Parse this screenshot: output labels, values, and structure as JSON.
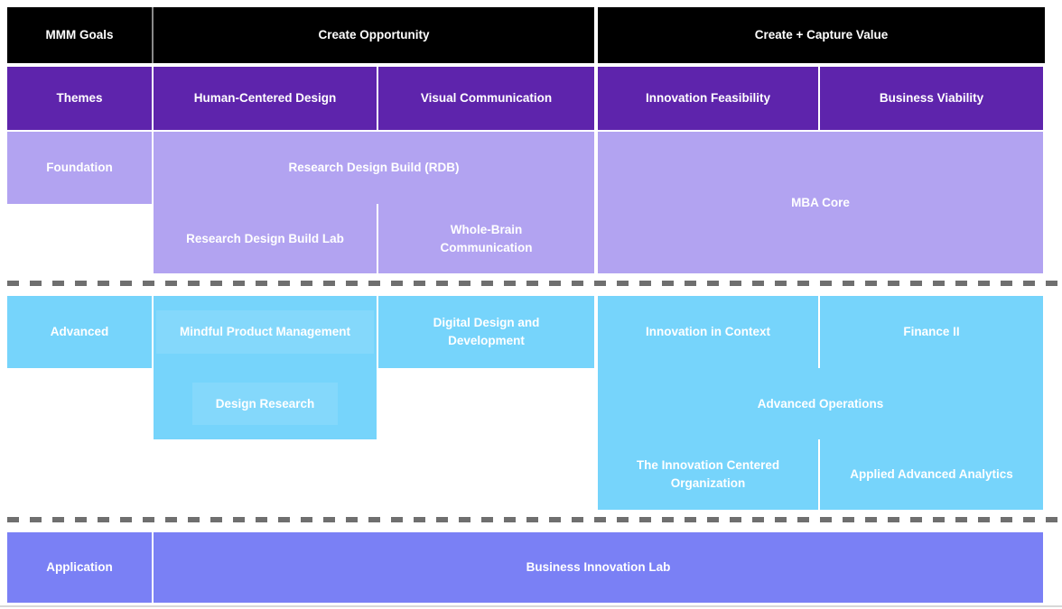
{
  "colors": {
    "header_bg": "#000000",
    "themes_purple": "#5E24AC",
    "foundation_lavender": "#B2A3F1",
    "advanced_blue": "#76D4FB",
    "application_periwinkle": "#7A80F5",
    "dashed_divider_gray": "#6F6F6F",
    "text": "#FFFFFF"
  },
  "header": {
    "goals": "MMM Goals",
    "create_opportunity": "Create Opportunity",
    "create_capture_value": "Create + Capture Value"
  },
  "themes": {
    "label": "Themes",
    "human_centered_design": "Human-Centered Design",
    "visual_communication": "Visual Communication",
    "innovation_feasibility": "Innovation Feasibility",
    "business_viability": "Business Viability"
  },
  "foundation": {
    "label": "Foundation",
    "research_design_build": "Research Design Build (RDB)",
    "research_design_build_lab": "Research Design Build Lab",
    "whole_brain_communication": "Whole-Brain Communication",
    "mba_core": "MBA Core"
  },
  "advanced": {
    "label": "Advanced",
    "mindful_product_management": "Mindful Product Management",
    "digital_design_and_development": "Digital Design and Development",
    "design_research": "Design Research",
    "innovation_in_context": "Innovation in Context",
    "finance_ii": "Finance II",
    "advanced_operations": "Advanced Operations",
    "innovation_centered_organization": "The Innovation Centered Organization",
    "applied_advanced_analytics": "Applied Advanced Analytics"
  },
  "application": {
    "label": "Application",
    "business_innovation_lab": "Business Innovation Lab"
  }
}
